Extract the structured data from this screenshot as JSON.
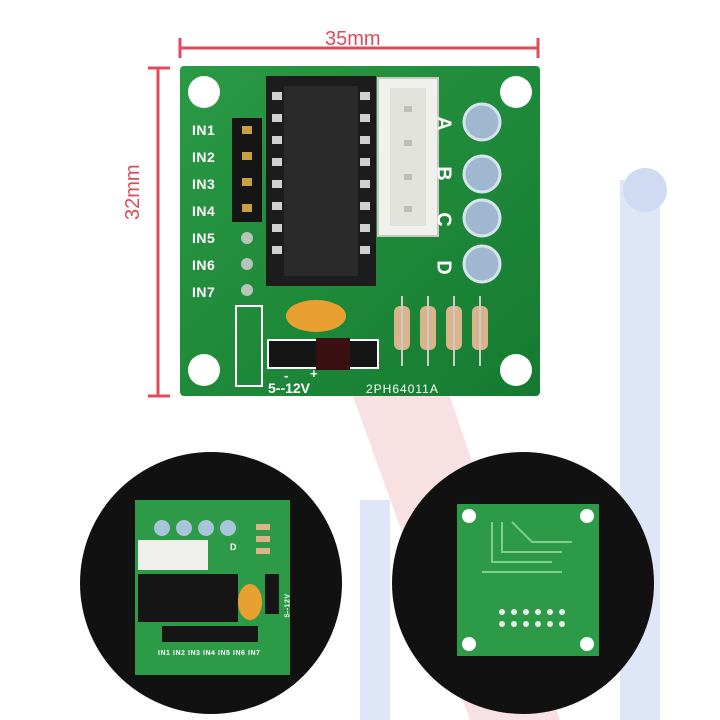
{
  "dimensions": {
    "width_label": "35mm",
    "height_label": "32mm"
  },
  "board": {
    "inputs": [
      "IN1",
      "IN2",
      "IN3",
      "IN4",
      "IN5",
      "IN6",
      "IN7"
    ],
    "leds": [
      "A",
      "B",
      "C",
      "D"
    ],
    "power_minus": "-",
    "power_plus": "+",
    "power_label": "5--12V",
    "part_code": "2PH64011A"
  },
  "thumb_front": {
    "inputs": [
      "IN1",
      "IN2",
      "IN3",
      "IN4",
      "IN5",
      "IN6",
      "IN7"
    ],
    "led_label": "D",
    "power_label": "5--12V"
  },
  "colors": {
    "pcb": "#1f8a3a",
    "dimension": "#e04a5a",
    "watermark_blue": "#b9c9ee",
    "watermark_red": "#f2c4c8"
  }
}
